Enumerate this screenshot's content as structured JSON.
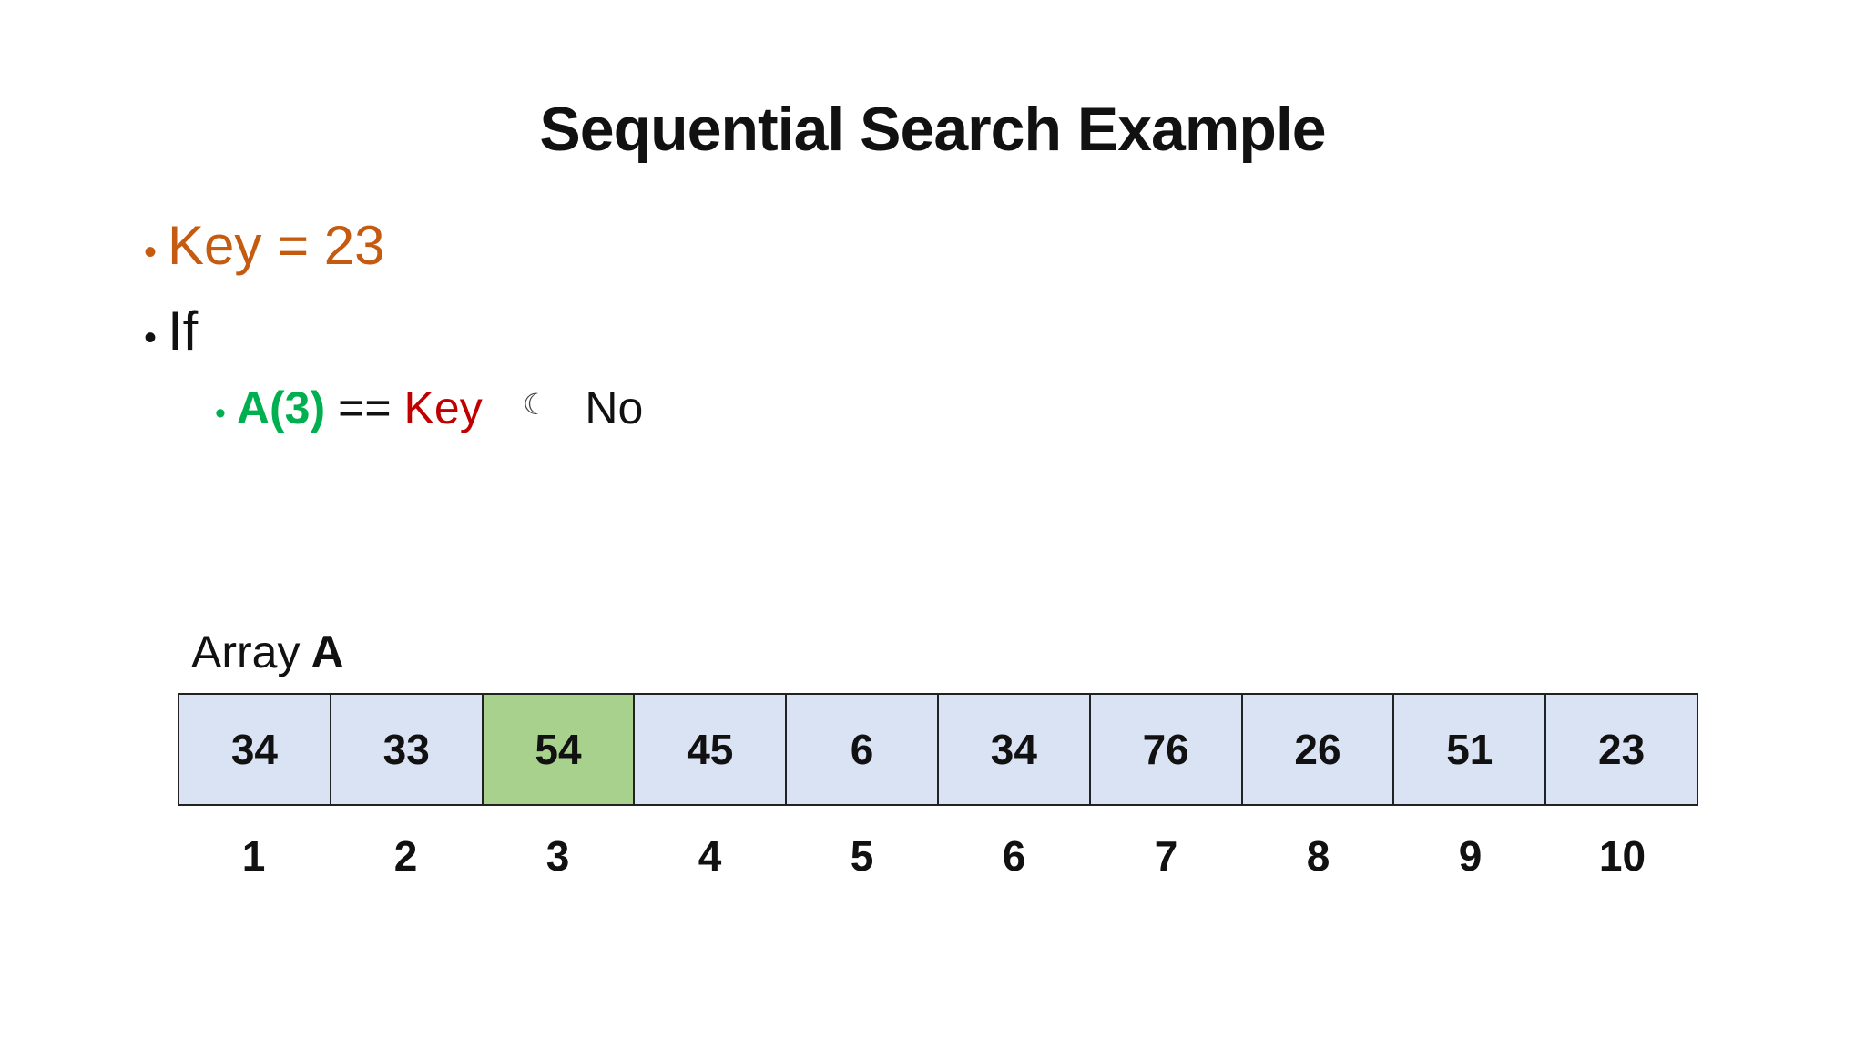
{
  "slide": {
    "title": "Sequential Search Example"
  },
  "bullets": {
    "bullet_glyph": "•",
    "key_line": "Key = 23",
    "if_line": "If",
    "comparison": {
      "lhs": "A(3)",
      "operator": "==",
      "rhs": "Key",
      "arrow_icon": "moon-arrow-icon",
      "arrow_glyph": "☾",
      "result": "No"
    }
  },
  "array": {
    "caption_prefix": "Array",
    "caption_name": "A",
    "values": [
      "34",
      "33",
      "54",
      "45",
      "6",
      "34",
      "76",
      "26",
      "51",
      "23"
    ],
    "indices": [
      "1",
      "2",
      "3",
      "4",
      "5",
      "6",
      "7",
      "8",
      "9",
      "10"
    ],
    "highlighted_index": 3
  },
  "colors": {
    "key_text": "#c55a11",
    "lhs_text": "#00b050",
    "rhs_text": "#c00000",
    "cell_fill": "#dae3f3",
    "highlight_fill": "#a9d18e",
    "cell_border": "#222222"
  }
}
